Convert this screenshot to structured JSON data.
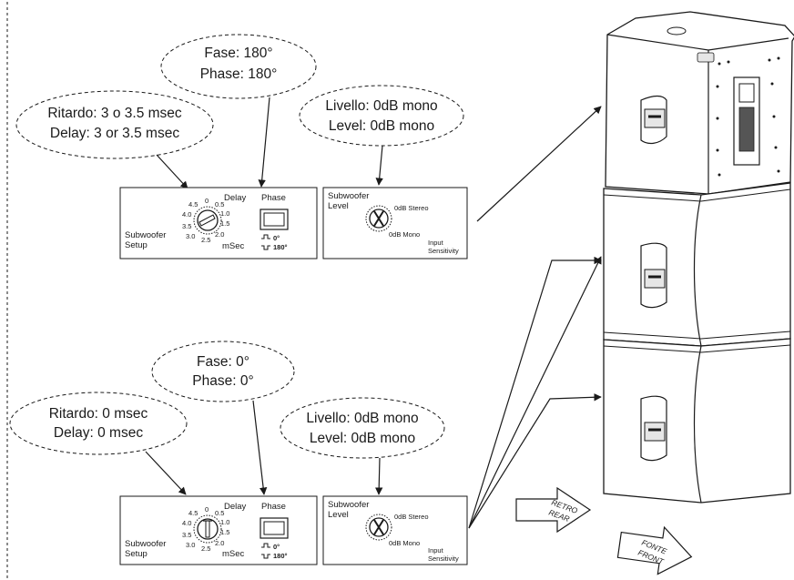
{
  "top": {
    "phase_bubble": {
      "line1": "Fase: 180°",
      "line2": "Phase: 180°"
    },
    "delay_bubble": {
      "line1": "Ritardo: 3 o 3.5 msec",
      "line2": "Delay: 3 or 3.5 msec"
    },
    "level_bubble": {
      "line1": "Livello: 0dB mono",
      "line2": "Level: 0dB mono"
    }
  },
  "bottom": {
    "phase_bubble": {
      "line1": "Fase: 0°",
      "line2": "Phase: 0°"
    },
    "delay_bubble": {
      "line1": "Ritardo: 0 msec",
      "line2": "Delay: 0 msec"
    },
    "level_bubble": {
      "line1": "Livello: 0dB mono",
      "line2": "Level: 0dB mono"
    }
  },
  "panel": {
    "delay_title": "Delay",
    "phase_title": "Phase",
    "setup_line1": "Subwoofer",
    "setup_line2": "Setup",
    "msec_label": "mSec",
    "delay_scale": [
      "0",
      "0.5",
      "1.0",
      "1.5",
      "2.0",
      "2.5",
      "3.0",
      "3.5",
      "4.0",
      "4.5"
    ],
    "phase_0": "0°",
    "phase_180": "180°",
    "level_line1": "Subwoofer",
    "level_line2": "Level",
    "stereo_label": "0dB Stereo",
    "mono_label": "0dB Mono",
    "input_line1": "Input",
    "input_line2": "Sensitivity"
  },
  "orientation": {
    "rear_it": "RETRO",
    "rear_en": "REAR",
    "front_it": "FONTE",
    "front_en": "FRONT"
  }
}
